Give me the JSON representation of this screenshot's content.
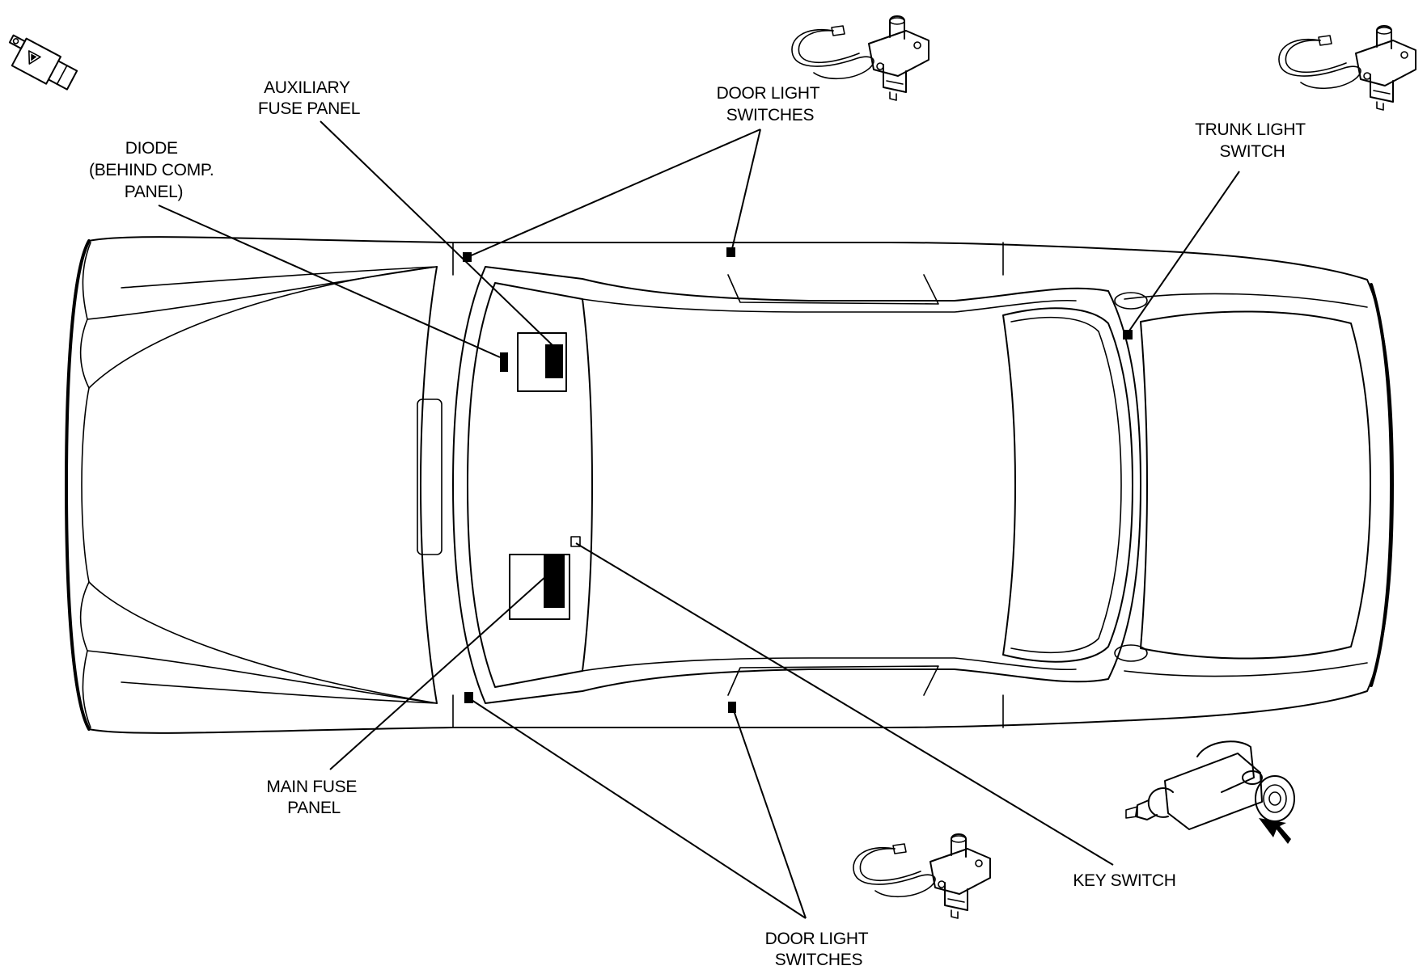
{
  "labels": {
    "auxiliary_fuse_panel": [
      "AUXILIARY",
      "FUSE PANEL"
    ],
    "door_light_switches_top": [
      "DOOR LIGHT",
      "SWITCHES"
    ],
    "trunk_light_switch": [
      "TRUNK LIGHT",
      "SWITCH"
    ],
    "diode": [
      "DIODE",
      "(BEHIND COMP.",
      "PANEL)"
    ],
    "main_fuse_panel": [
      "MAIN FUSE",
      "PANEL"
    ],
    "key_switch": [
      "KEY SWITCH"
    ],
    "door_light_switches_bottom": [
      "DOOR LIGHT",
      "SWITCHES"
    ]
  },
  "icons": {
    "diode_component": "diode-icon",
    "door_switch": "door-light-switch-icon",
    "trunk_switch": "trunk-light-switch-icon",
    "key_switch": "key-switch-icon"
  },
  "colors": {
    "line": "#000000",
    "background": "#ffffff"
  }
}
